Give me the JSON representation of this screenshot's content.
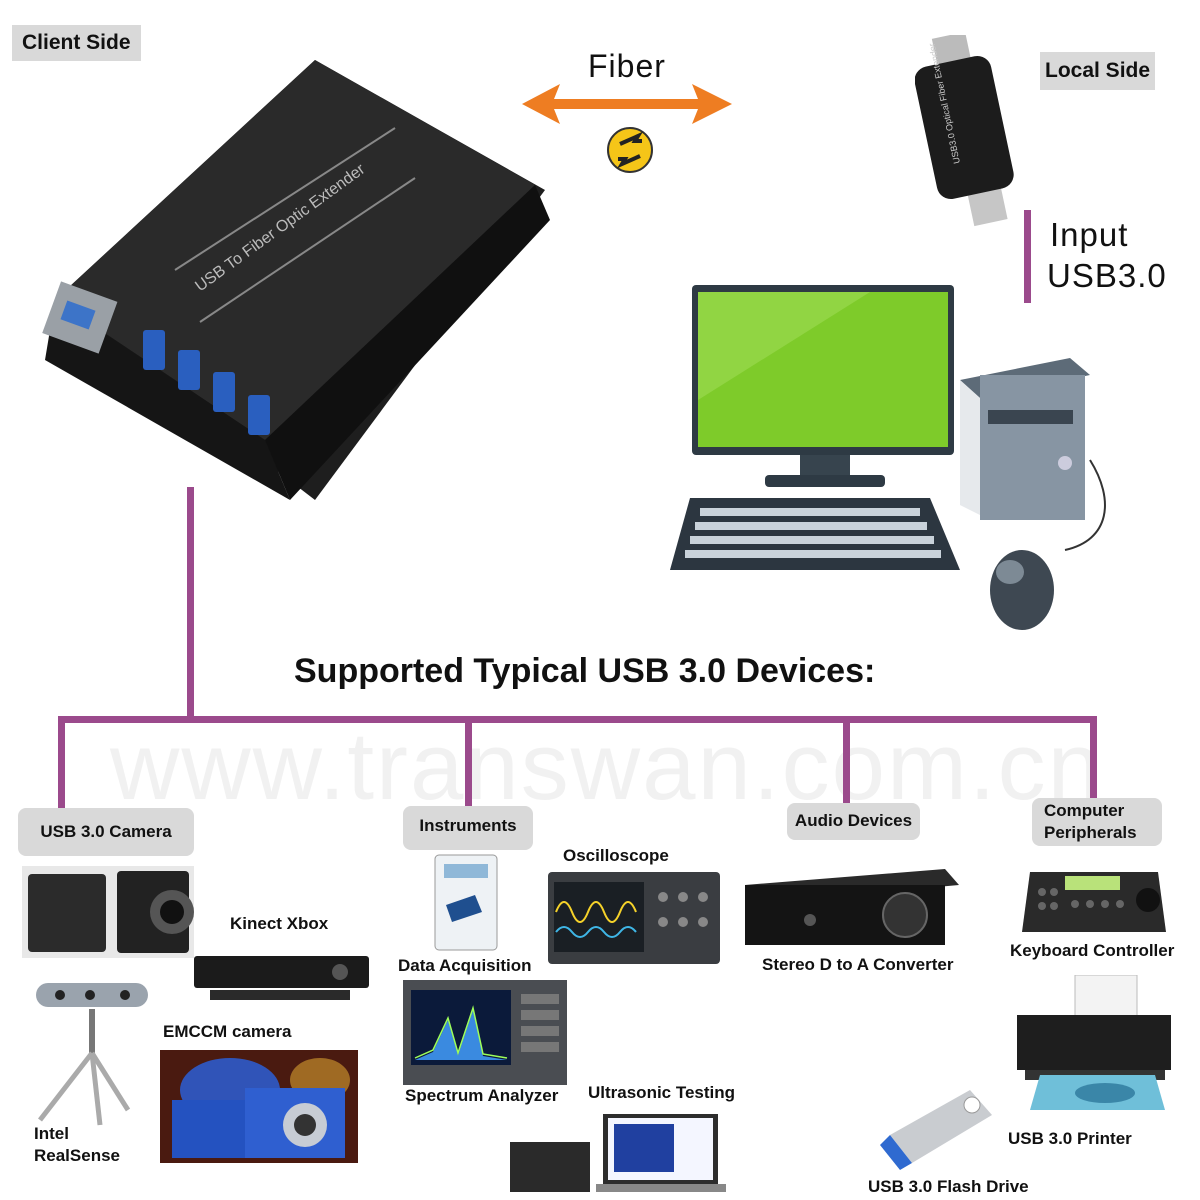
{
  "labels": {
    "client_side": "Client Side",
    "local_side": "Local Side",
    "fiber": "Fiber",
    "input_line1": "Input",
    "input_line2": "USB3.0",
    "heading": "Supported Typical USB 3.0 Devices:",
    "watermark": "www.transwan.com.cn"
  },
  "extender_text": "USB To Fiber Optic Extender",
  "dongle_text": "USB3.0 Optical Fiber Extender",
  "categories": [
    {
      "label": "USB 3.0 Camera"
    },
    {
      "label": "Instruments"
    },
    {
      "label": "Audio Devices"
    },
    {
      "label_line1": "Computer",
      "label_line2": "Peripherals"
    }
  ],
  "devices": {
    "kinect": "Kinect Xbox",
    "emccm": "EMCCM camera",
    "realsense_line1": "Intel",
    "realsense_line2": "RealSense",
    "oscilloscope": "Oscilloscope",
    "data_acquisition": "Data Acquisition",
    "spectrum": "Spectrum Analyzer",
    "ultrasonic": "Ultrasonic Testing",
    "dac": "Stereo D to A Converter",
    "keyboard_controller": "Keyboard Controller",
    "printer": "USB 3.0 Printer",
    "flash": "USB 3.0 Flash Drive"
  },
  "colors": {
    "line": "#9b4a8c",
    "arrow": "#ee7d22",
    "label_bg": "#d9d9d9",
    "screen": "#7ecb2a"
  }
}
